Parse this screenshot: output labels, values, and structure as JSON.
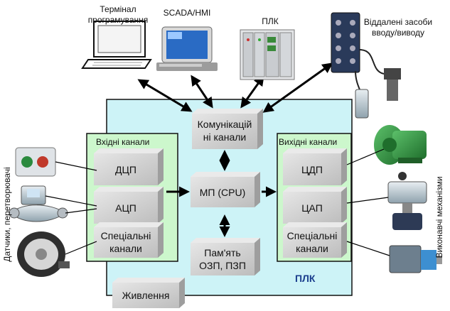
{
  "devices": {
    "terminal_label": [
      "Термінал",
      "програмування"
    ],
    "scada_label": "SCADA/HMI",
    "plc_label": "ПЛК",
    "remote_io_label": [
      "Віддалені засоби",
      "вводу/виводу"
    ]
  },
  "sides": {
    "left_vertical": "Датчики, перетворювачі",
    "right_vertical": "Виконавчі механізми"
  },
  "plc": {
    "title": "ПЛК",
    "comm_block": [
      "Комунікацій",
      "ні канали"
    ],
    "cpu_block": "МП (CPU)",
    "memory_block": [
      "Пам'ять",
      "ОЗП, ПЗП"
    ],
    "power_block": "Живлення"
  },
  "inputs": {
    "title": "Вхідні канали",
    "items": [
      "ДЦП",
      "АЦП",
      [
        "Спеціальні",
        "канали"
      ]
    ]
  },
  "outputs": {
    "title": "Вихідні канали",
    "items": [
      "ЦДП",
      "ЦАП",
      [
        "Спеціальні",
        "канали"
      ]
    ]
  },
  "colors": {
    "plc_body": "#cdf3f7",
    "channel_group": "#ccf7cc",
    "block_face": "#cfcfcf",
    "plc_title": "#1c3f8e",
    "pump_green": "#2e8a3c"
  }
}
